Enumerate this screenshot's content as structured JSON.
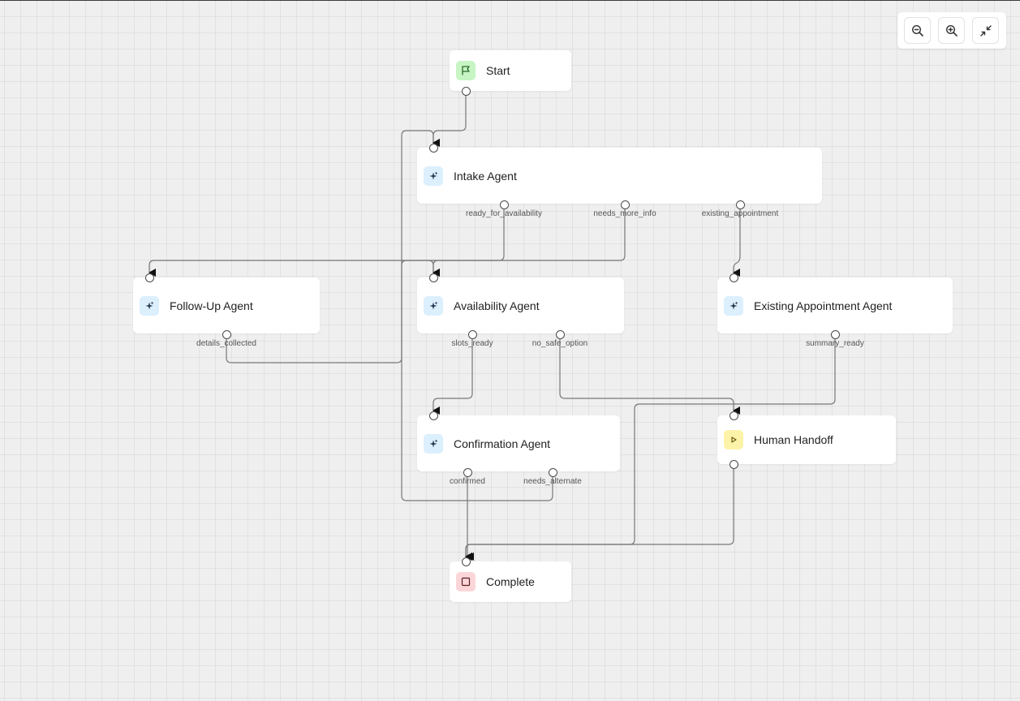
{
  "nodes": {
    "start": {
      "label": "Start",
      "icon": "flag-icon"
    },
    "intake": {
      "label": "Intake Agent",
      "icon": "sparkle-icon"
    },
    "follow_up": {
      "label": "Follow-Up Agent",
      "icon": "sparkle-icon"
    },
    "availability": {
      "label": "Availability Agent",
      "icon": "sparkle-icon"
    },
    "existing": {
      "label": "Existing Appointment Agent",
      "icon": "sparkle-icon"
    },
    "confirmation": {
      "label": "Confirmation Agent",
      "icon": "sparkle-icon"
    },
    "handoff": {
      "label": "Human Handoff",
      "icon": "play-icon"
    },
    "complete": {
      "label": "Complete",
      "icon": "stop-icon"
    }
  },
  "ports": {
    "ready_for_availability": "ready_for_availability",
    "needs_more_info": "needs_more_info",
    "existing_appointment": "existing_appointment",
    "details_collected": "details_collected",
    "slots_ready": "slots_ready",
    "no_safe_option": "no_safe_option",
    "summary_ready": "summary_ready",
    "confirmed": "confirmed",
    "needs_alternate": "needs_alternate"
  },
  "controls": {
    "zoom_out": "zoom-out-icon",
    "zoom_in": "zoom-in-icon",
    "fit_view": "minimize-icon"
  },
  "colors": {
    "start_badge": "#c7f5c4",
    "agent_badge": "#dceffd",
    "handoff_badge": "#fdf3a8",
    "complete_badge": "#fbd6d8",
    "edge": "#777777"
  }
}
